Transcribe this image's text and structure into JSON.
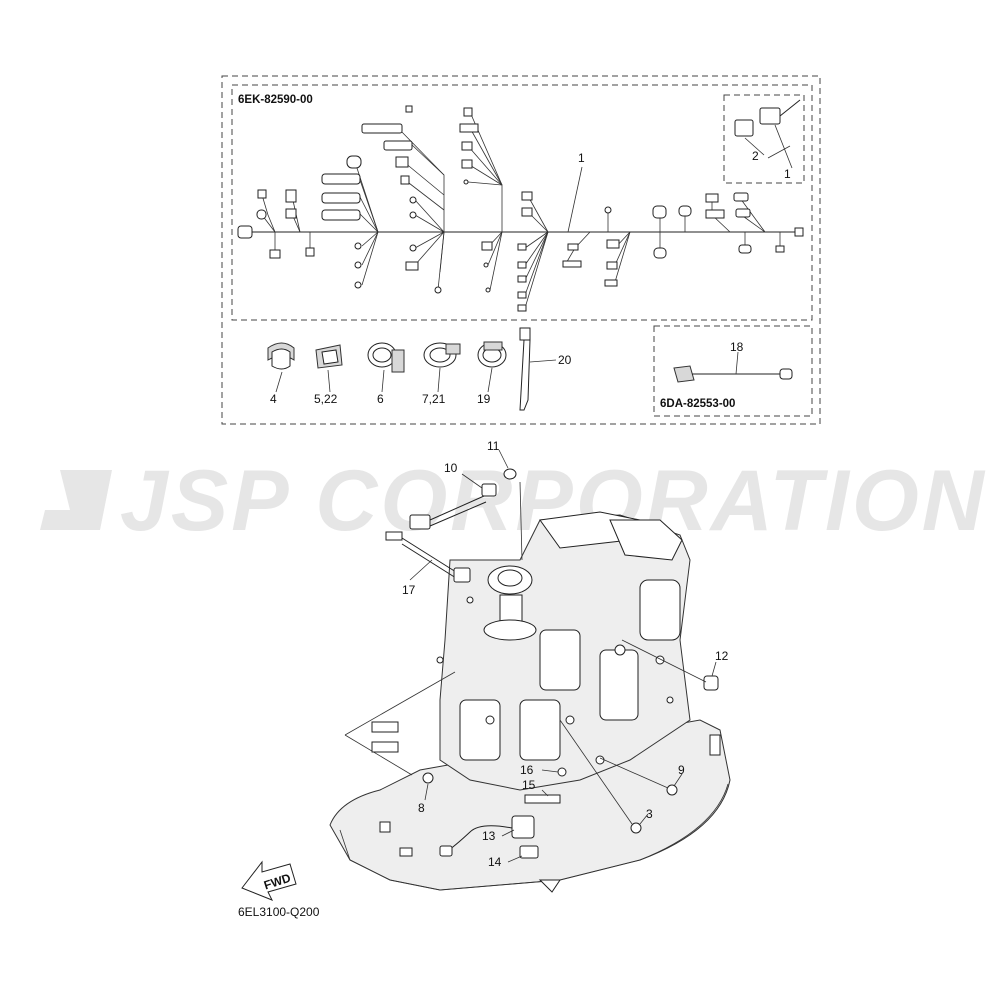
{
  "watermark": "JSP CORPORATION",
  "kit_codes": {
    "main_harness": "6EK-82590-00",
    "sub_harness": "6DA-82553-00"
  },
  "diagram_code": "6EL3100-Q200",
  "fwd_label": "FWD",
  "callouts": {
    "c1": "1",
    "c1b": "1",
    "c2": "2",
    "c4": "4",
    "c5_22": "5,22",
    "c6": "6",
    "c7_21": "7,21",
    "c19": "19",
    "c20": "20",
    "c18": "18",
    "c11": "11",
    "c10": "10",
    "c17": "17",
    "c12": "12",
    "c9": "9",
    "c3": "3",
    "c16": "16",
    "c15": "15",
    "c13": "13",
    "c14": "14",
    "c8": "8"
  }
}
